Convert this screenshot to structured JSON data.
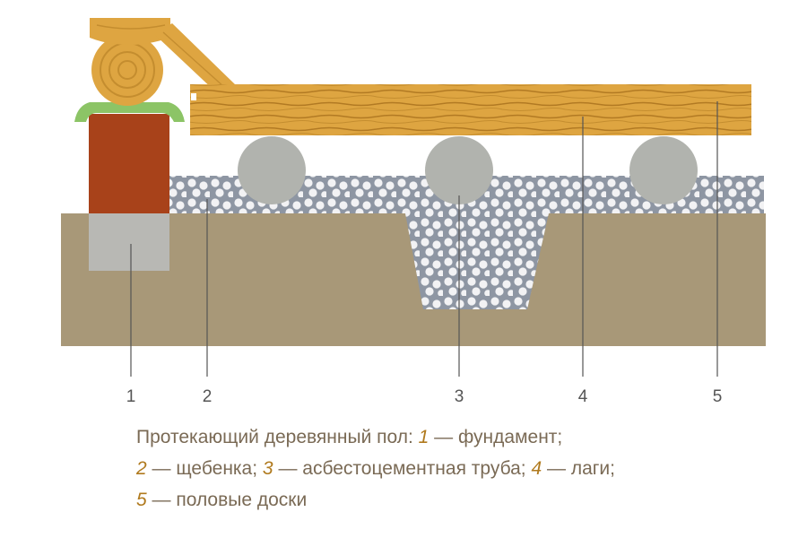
{
  "callouts": {
    "c1": "1",
    "c2": "2",
    "c3": "3",
    "c4": "4",
    "c5": "5"
  },
  "caption": {
    "line1_text": "Протекающий деревянный пол: ",
    "n1": "1",
    "t1": " — фундамент;",
    "n2": "2",
    "t2": " — щебенка; ",
    "n3": "3",
    "t3": " — асбестоцементная труба; ",
    "n4": "4",
    "t4": " — лаги;",
    "n5": "5",
    "t5": " — половые доски"
  },
  "colors": {
    "soil": "#a89878",
    "gravel": "#8e96a3",
    "pebble": "#f2f2f4",
    "pipe": "#b1b3ae",
    "brick": "#a8421a",
    "footing": "#b8b8b4",
    "wood": "#dea541",
    "wood_grain": "#b27a23",
    "gasket": "#8cc466",
    "callout_line": "#555555"
  }
}
